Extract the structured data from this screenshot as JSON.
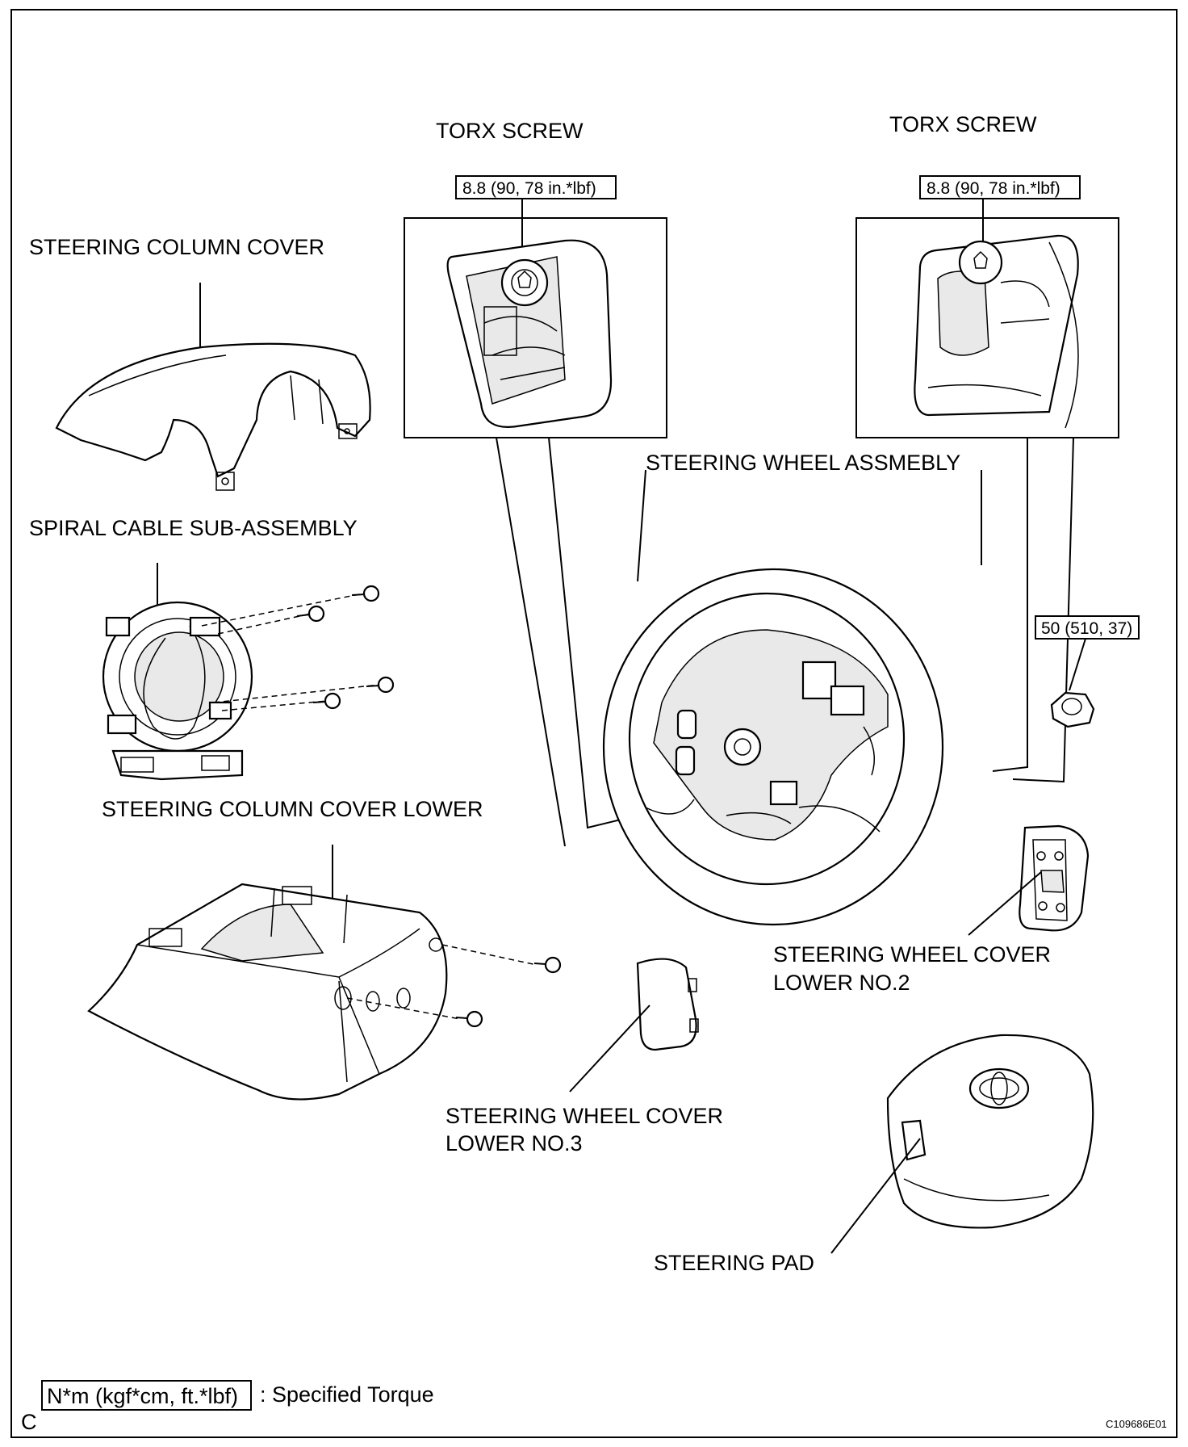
{
  "labels": {
    "torx_left": "TORX SCREW",
    "torx_right": "TORX SCREW",
    "torque_torx_left": "8.8 (90, 78 in.*lbf)",
    "torque_torx_right": "8.8 (90, 78 in.*lbf)",
    "steering_column_cover": "STEERING COLUMN COVER",
    "steering_wheel_assembly": "STEERING WHEEL ASSMEBLY",
    "spiral_cable": "SPIRAL CABLE SUB-ASSEMBLY",
    "torque_nut": "50 (510, 37)",
    "steering_column_cover_lower": "STEERING COLUMN COVER LOWER",
    "cover_lower_no2_line1": "STEERING WHEEL COVER",
    "cover_lower_no2_line2": "LOWER NO.2",
    "cover_lower_no3_line1": "STEERING WHEEL COVER",
    "cover_lower_no3_line2": "LOWER NO.3",
    "steering_pad": "STEERING PAD"
  },
  "legend": {
    "unit_box": "N*m (kgf*cm, ft.*lbf)",
    "description": ": Specified Torque"
  },
  "footer": {
    "corner_letter": "C",
    "figure_code": "C109686E01"
  }
}
